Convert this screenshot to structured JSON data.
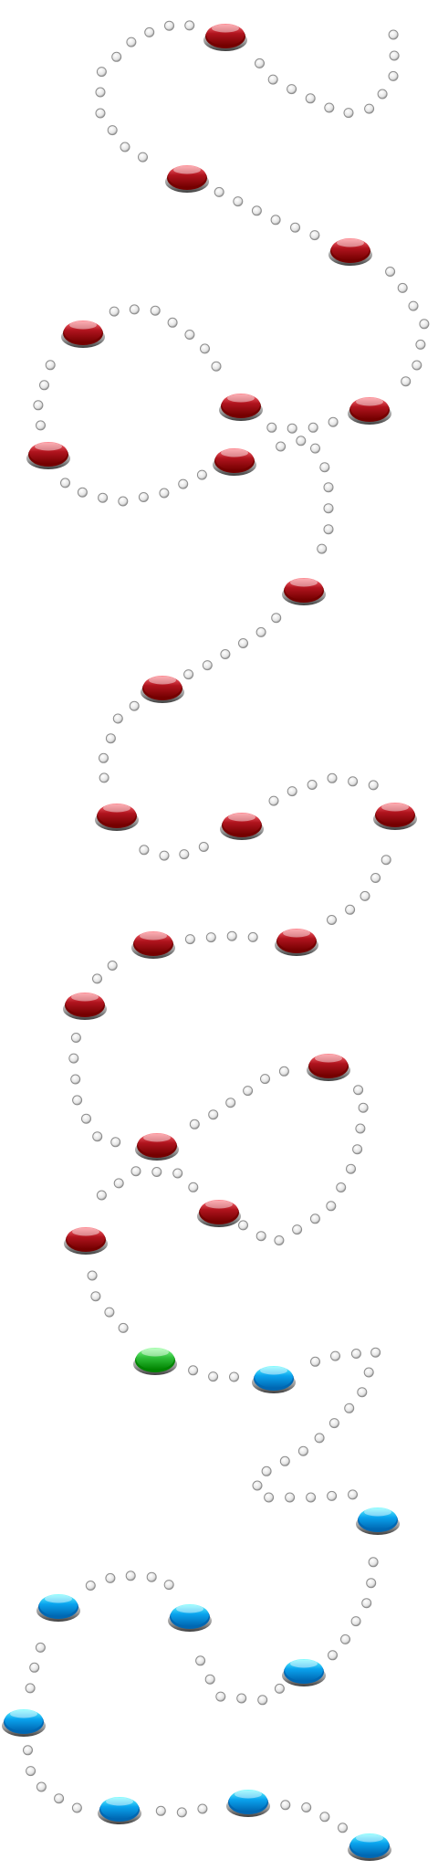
{
  "level_map": {
    "level_count": 30,
    "current_level": 21,
    "colors": {
      "completed": "#b0141e",
      "current": "#2fbf3a",
      "locked": "#0aa3ee",
      "path_dot": "#d6d6d6"
    },
    "levels": [
      {
        "status": "completed"
      },
      {
        "status": "completed"
      },
      {
        "status": "completed"
      },
      {
        "status": "completed"
      },
      {
        "status": "completed"
      },
      {
        "status": "completed"
      },
      {
        "status": "completed"
      },
      {
        "status": "completed"
      },
      {
        "status": "completed"
      },
      {
        "status": "completed"
      },
      {
        "status": "completed"
      },
      {
        "status": "completed"
      },
      {
        "status": "completed"
      },
      {
        "status": "completed"
      },
      {
        "status": "completed"
      },
      {
        "status": "completed"
      },
      {
        "status": "completed"
      },
      {
        "status": "completed"
      },
      {
        "status": "completed"
      },
      {
        "status": "completed"
      },
      {
        "status": "current"
      },
      {
        "status": "locked"
      },
      {
        "status": "locked"
      },
      {
        "status": "locked"
      },
      {
        "status": "locked"
      },
      {
        "status": "locked"
      },
      {
        "status": "locked"
      },
      {
        "status": "locked"
      },
      {
        "status": "locked"
      },
      {
        "status": "locked"
      }
    ]
  }
}
